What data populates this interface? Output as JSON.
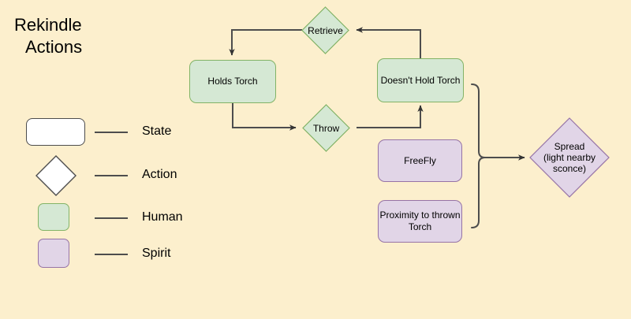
{
  "page": {
    "background_color": "#fcefcd",
    "title_line1": "Rekindle",
    "title_line2": "Actions"
  },
  "colors": {
    "human_fill": "#d5e8d4",
    "human_stroke": "#82b366",
    "spirit_fill": "#e1d5e7",
    "spirit_stroke": "#9673a6",
    "state_fill": "#ffffff",
    "state_stroke": "#4d4d4d",
    "edge_stroke": "#4d4d4d"
  },
  "legend": {
    "items": [
      {
        "label": "State",
        "shape": "rounded-rectangle",
        "fill": "#ffffff",
        "stroke": "#4d4d4d"
      },
      {
        "label": "Action",
        "shape": "diamond",
        "fill": "#ffffff",
        "stroke": "#4d4d4d"
      },
      {
        "label": "Human",
        "shape": "rounded-square",
        "fill": "#d5e8d4",
        "stroke": "#82b366"
      },
      {
        "label": "Spirit",
        "shape": "rounded-square",
        "fill": "#e1d5e7",
        "stroke": "#9673a6"
      }
    ]
  },
  "diagram": {
    "nodes": [
      {
        "id": "holds-torch",
        "label": "Holds Torch",
        "type": "state",
        "category": "human"
      },
      {
        "id": "doesnt-hold-torch",
        "label": "Doesn't Hold Torch",
        "type": "state",
        "category": "human"
      },
      {
        "id": "retrieve",
        "label": "Retrieve",
        "type": "action",
        "category": "human"
      },
      {
        "id": "throw",
        "label": "Throw",
        "type": "action",
        "category": "human"
      },
      {
        "id": "freefly",
        "label": "FreeFly",
        "type": "state",
        "category": "spirit"
      },
      {
        "id": "proximity",
        "label": "Proximity to thrown\nTorch",
        "type": "state",
        "category": "spirit"
      },
      {
        "id": "spread",
        "label": "Spread\n(light nearby\nsconce)",
        "type": "action",
        "category": "spirit"
      }
    ],
    "edges": [
      {
        "from": "doesnt-hold-torch",
        "to": "retrieve"
      },
      {
        "from": "retrieve",
        "to": "holds-torch"
      },
      {
        "from": "holds-torch",
        "to": "throw"
      },
      {
        "from": "throw",
        "to": "doesnt-hold-torch"
      },
      {
        "from": "doesnt-hold-torch",
        "to": "spread"
      },
      {
        "from": "freefly",
        "to": "spread"
      },
      {
        "from": "proximity",
        "to": "spread"
      }
    ]
  }
}
